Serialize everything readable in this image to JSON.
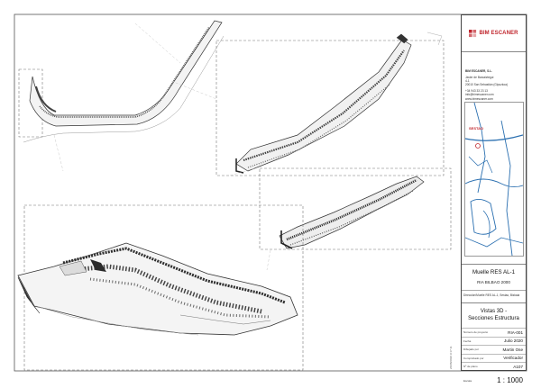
{
  "company": {
    "logo_text": "BIM ESCANER",
    "name": "BIM ESCANER, S.L.",
    "address_line1": "Javier de Barcaiztegui",
    "address_line2": "4-1",
    "address_line3": "20010 San Sebastián (Gipuzkoa)",
    "phone": "+34 943 33 23 13",
    "email": "info@bimescaner.com",
    "web": "www.bimescaner.com",
    "brand_color": "#c0262d"
  },
  "location_map": {
    "label": "SESTAO"
  },
  "project": {
    "name": "Muelle RES AL-1",
    "client": "RIA BILBAO 2000",
    "address": "Dirección/Muelle RES AL-1, Sestao, Bizkaia"
  },
  "sheet": {
    "title_line1": "Vistas 3D -",
    "title_line2": "Secciones Estructura",
    "fields": [
      {
        "label": "Número de proyecto",
        "value": "RIA-001"
      },
      {
        "label": "Fecha",
        "value": "Julio 2020"
      },
      {
        "label": "Dibujado por",
        "value": "Martin Ose"
      },
      {
        "label": "Comprobado por",
        "value": "Verificador"
      },
      {
        "label": "Nº de plano",
        "value": "A107"
      }
    ],
    "scale_label": "Escala",
    "scale": "1 : 1000",
    "revision_note": "26/08/2020 9:17:11"
  }
}
